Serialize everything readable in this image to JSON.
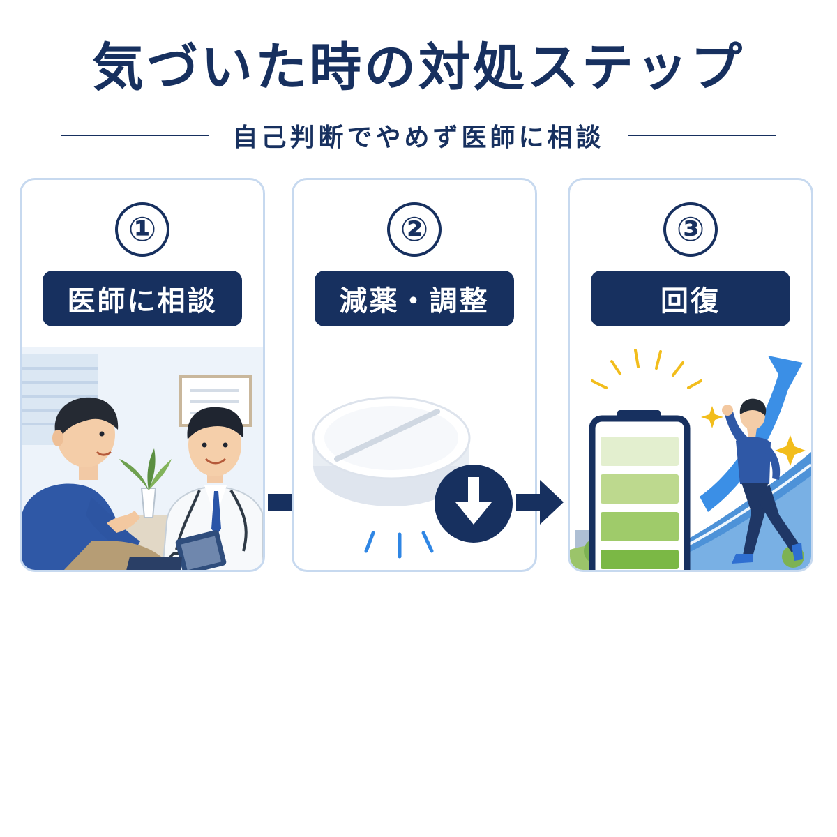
{
  "header": {
    "title": "気づいた時の対処ステップ",
    "subtitle": "自己判断でやめず医師に相談"
  },
  "steps": [
    {
      "number": "①",
      "label": "医師に相談",
      "icon": "doctor-consultation-illustration"
    },
    {
      "number": "②",
      "label": "減薬・調整",
      "icon": "pill-reduce-illustration"
    },
    {
      "number": "③",
      "label": "回復",
      "icon": "recovery-battery-illustration"
    }
  ],
  "colors": {
    "navy": "#17305f",
    "card_border": "#c7d9ef",
    "accent_blue": "#2f86e4",
    "battery_greens": [
      "#e3efcf",
      "#bdd98e",
      "#9fcb6a",
      "#7bb845"
    ],
    "spark_yellow": "#f2bd1c"
  }
}
